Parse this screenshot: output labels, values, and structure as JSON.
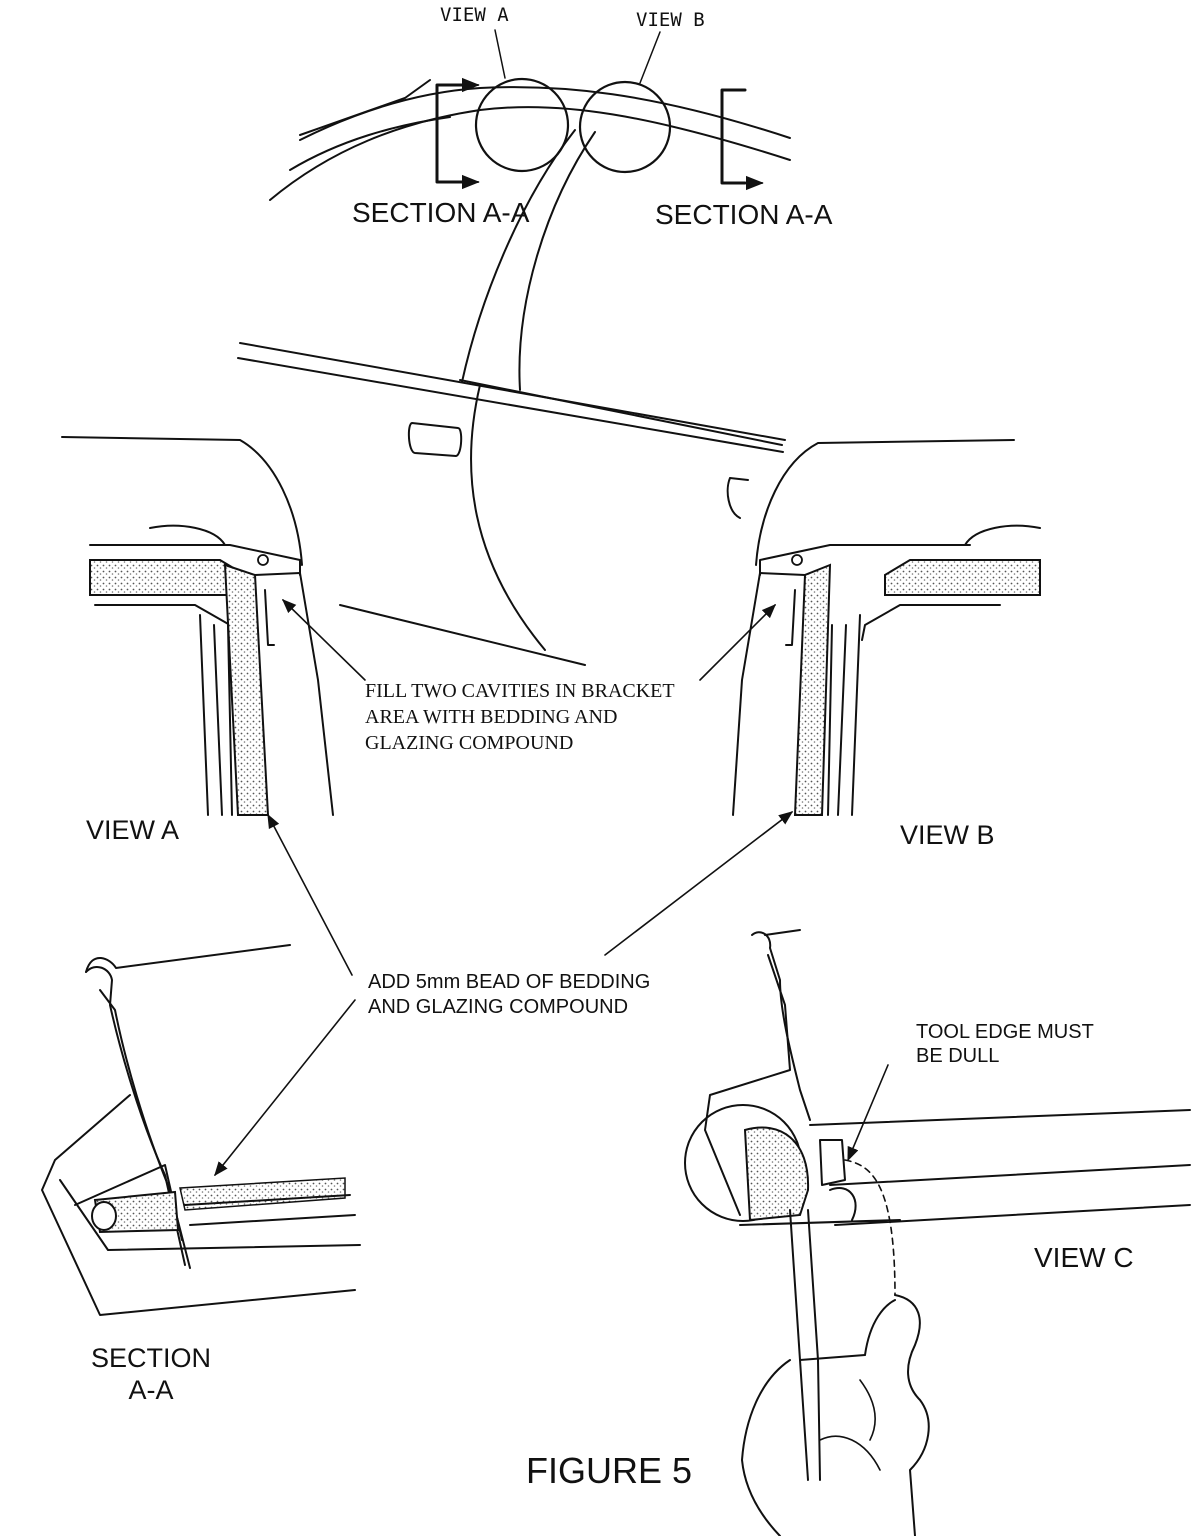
{
  "labels": {
    "top_view_a": "VIEW A",
    "top_view_b": "VIEW B",
    "section_left": "SECTION A-A",
    "section_right": "SECTION A-A",
    "view_a": "VIEW A",
    "view_b": "VIEW B",
    "view_c": "VIEW C",
    "fill_note": [
      "FILL TWO CAVITIES IN BRACKET",
      "AREA WITH BEDDING AND",
      "GLAZING COMPOUND"
    ],
    "bead_note": [
      "ADD 5mm BEAD OF BEDDING",
      "AND GLAZING COMPOUND"
    ],
    "tool_note": [
      "TOOL EDGE MUST",
      "BE DULL"
    ],
    "section_bottom": [
      "SECTION",
      "A-A"
    ],
    "figure_title": "FIGURE 5"
  },
  "colors": {
    "ink": "#111111",
    "stipple": "#9a9a9a",
    "paper": "#ffffff"
  }
}
